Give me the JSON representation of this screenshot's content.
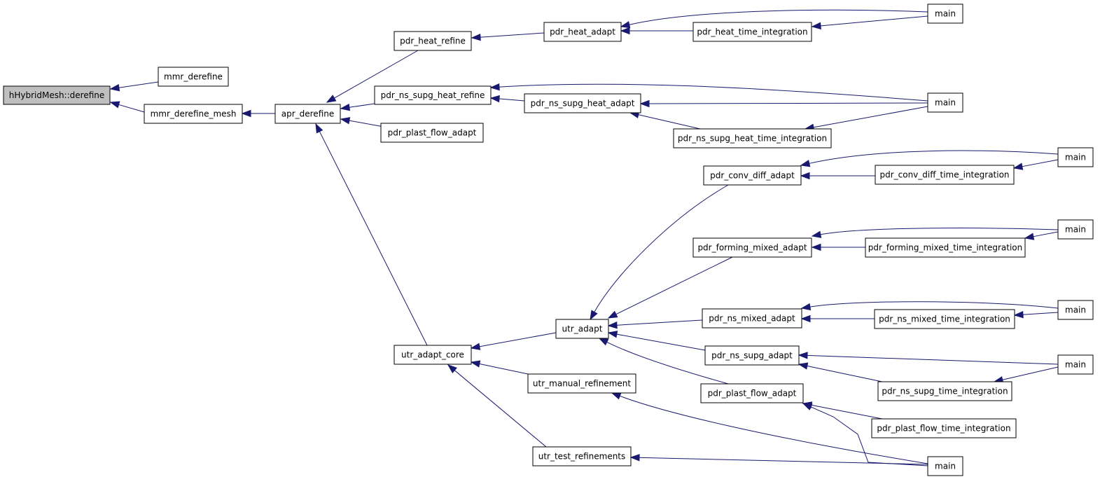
{
  "graph": {
    "title": "",
    "colors": {
      "edge": "#191970",
      "root_fill": "#bfbfbf",
      "node_fill": "#ffffff",
      "node_stroke": "#000000"
    },
    "nodes": [
      {
        "id": "hybrid",
        "label": "hHybridMesh::derefine",
        "root": true
      },
      {
        "id": "mmr_derefine",
        "label": "mmr_derefine"
      },
      {
        "id": "mmr_derefine_mesh",
        "label": "mmr_derefine_mesh"
      },
      {
        "id": "apr_derefine",
        "label": "apr_derefine"
      },
      {
        "id": "pdr_heat_refine",
        "label": "pdr_heat_refine"
      },
      {
        "id": "pdr_ns_supg_heat_refine",
        "label": "pdr_ns_supg_heat_refine"
      },
      {
        "id": "pdr_plast_flow_adapt_1",
        "label": "pdr_plast_flow_adapt"
      },
      {
        "id": "utr_adapt_core",
        "label": "utr_adapt_core"
      },
      {
        "id": "pdr_heat_adapt",
        "label": "pdr_heat_adapt"
      },
      {
        "id": "pdr_ns_supg_heat_adapt",
        "label": "pdr_ns_supg_heat_adapt"
      },
      {
        "id": "utr_adapt",
        "label": "utr_adapt"
      },
      {
        "id": "utr_manual_refinement",
        "label": "utr_manual_refinement"
      },
      {
        "id": "utr_test_refinements",
        "label": "utr_test_refinements"
      },
      {
        "id": "pdr_heat_time_integration",
        "label": "pdr_heat_time_integration"
      },
      {
        "id": "pdr_ns_supg_heat_time_integration",
        "label": "pdr_ns_supg_heat_time_integration"
      },
      {
        "id": "pdr_conv_diff_adapt",
        "label": "pdr_conv_diff_adapt"
      },
      {
        "id": "pdr_forming_mixed_adapt",
        "label": "pdr_forming_mixed_adapt"
      },
      {
        "id": "pdr_ns_mixed_adapt",
        "label": "pdr_ns_mixed_adapt"
      },
      {
        "id": "pdr_ns_supg_adapt",
        "label": "pdr_ns_supg_adapt"
      },
      {
        "id": "pdr_plast_flow_adapt_2",
        "label": "pdr_plast_flow_adapt"
      },
      {
        "id": "pdr_conv_diff_time_integration",
        "label": "pdr_conv_diff_time_integration"
      },
      {
        "id": "pdr_forming_mixed_time_integration",
        "label": "pdr_forming_mixed_time_integration"
      },
      {
        "id": "pdr_ns_mixed_time_integration",
        "label": "pdr_ns_mixed_time_integration"
      },
      {
        "id": "pdr_ns_supg_time_integration",
        "label": "pdr_ns_supg_time_integration"
      },
      {
        "id": "pdr_plast_flow_time_integration",
        "label": "pdr_plast_flow_time_integration"
      },
      {
        "id": "main_1",
        "label": "main"
      },
      {
        "id": "main_2",
        "label": "main"
      },
      {
        "id": "main_3",
        "label": "main"
      },
      {
        "id": "main_4",
        "label": "main"
      },
      {
        "id": "main_5",
        "label": "main"
      },
      {
        "id": "main_6",
        "label": "main"
      },
      {
        "id": "main_7",
        "label": "main"
      }
    ],
    "edges": [
      {
        "from": "mmr_derefine",
        "to": "hybrid"
      },
      {
        "from": "mmr_derefine_mesh",
        "to": "hybrid"
      },
      {
        "from": "apr_derefine",
        "to": "mmr_derefine_mesh"
      },
      {
        "from": "pdr_heat_refine",
        "to": "apr_derefine"
      },
      {
        "from": "pdr_ns_supg_heat_refine",
        "to": "apr_derefine"
      },
      {
        "from": "pdr_plast_flow_adapt_1",
        "to": "apr_derefine"
      },
      {
        "from": "utr_adapt_core",
        "to": "apr_derefine"
      },
      {
        "from": "pdr_heat_adapt",
        "to": "pdr_heat_refine"
      },
      {
        "from": "main_1",
        "to": "pdr_heat_adapt"
      },
      {
        "from": "pdr_heat_time_integration",
        "to": "pdr_heat_adapt"
      },
      {
        "from": "main_1",
        "to": "pdr_heat_time_integration"
      },
      {
        "from": "main_2",
        "to": "pdr_ns_supg_heat_refine"
      },
      {
        "from": "pdr_ns_supg_heat_adapt",
        "to": "pdr_ns_supg_heat_refine"
      },
      {
        "from": "main_2",
        "to": "pdr_ns_supg_heat_adapt"
      },
      {
        "from": "pdr_ns_supg_heat_time_integration",
        "to": "pdr_ns_supg_heat_adapt"
      },
      {
        "from": "main_2",
        "to": "pdr_ns_supg_heat_time_integration"
      },
      {
        "from": "utr_adapt",
        "to": "utr_adapt_core"
      },
      {
        "from": "utr_manual_refinement",
        "to": "utr_adapt_core"
      },
      {
        "from": "utr_test_refinements",
        "to": "utr_adapt_core"
      },
      {
        "from": "pdr_conv_diff_adapt",
        "to": "utr_adapt"
      },
      {
        "from": "pdr_forming_mixed_adapt",
        "to": "utr_adapt"
      },
      {
        "from": "pdr_ns_mixed_adapt",
        "to": "utr_adapt"
      },
      {
        "from": "pdr_ns_supg_adapt",
        "to": "utr_adapt"
      },
      {
        "from": "pdr_plast_flow_adapt_2",
        "to": "utr_adapt"
      },
      {
        "from": "main_3",
        "to": "pdr_conv_diff_adapt"
      },
      {
        "from": "pdr_conv_diff_time_integration",
        "to": "pdr_conv_diff_adapt"
      },
      {
        "from": "main_3",
        "to": "pdr_conv_diff_time_integration"
      },
      {
        "from": "main_4",
        "to": "pdr_forming_mixed_adapt"
      },
      {
        "from": "pdr_forming_mixed_time_integration",
        "to": "pdr_forming_mixed_adapt"
      },
      {
        "from": "main_4",
        "to": "pdr_forming_mixed_time_integration"
      },
      {
        "from": "main_5",
        "to": "pdr_ns_mixed_adapt"
      },
      {
        "from": "pdr_ns_mixed_time_integration",
        "to": "pdr_ns_mixed_adapt"
      },
      {
        "from": "main_5",
        "to": "pdr_ns_mixed_time_integration"
      },
      {
        "from": "main_6",
        "to": "pdr_ns_supg_adapt"
      },
      {
        "from": "pdr_ns_supg_time_integration",
        "to": "pdr_ns_supg_adapt"
      },
      {
        "from": "main_6",
        "to": "pdr_ns_supg_time_integration"
      },
      {
        "from": "main_7",
        "to": "pdr_plast_flow_adapt_2"
      },
      {
        "from": "pdr_plast_flow_time_integration",
        "to": "pdr_plast_flow_adapt_2"
      },
      {
        "from": "main_7",
        "to": "utr_manual_refinement"
      },
      {
        "from": "main_7",
        "to": "utr_test_refinements"
      }
    ]
  }
}
